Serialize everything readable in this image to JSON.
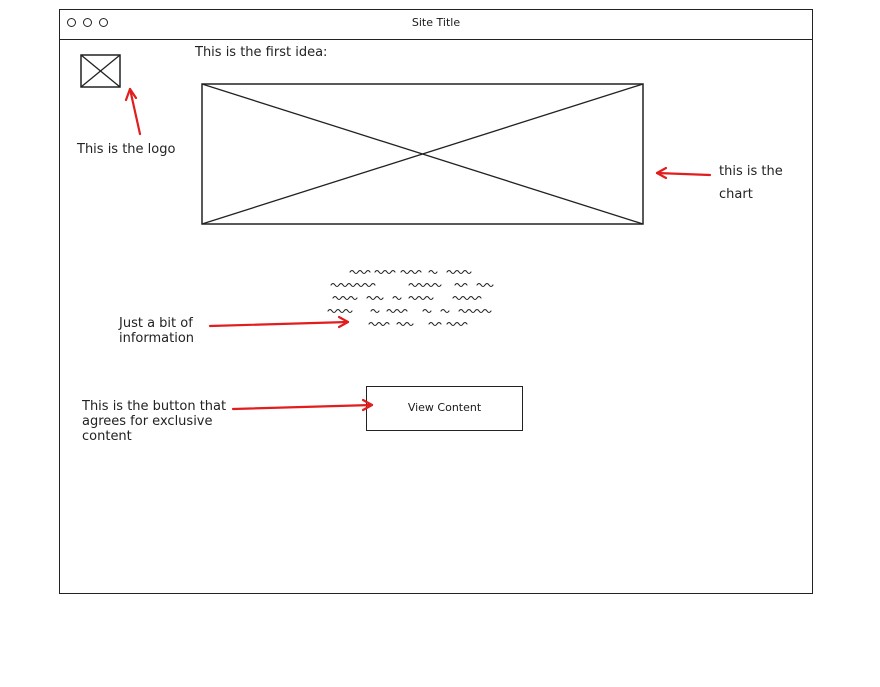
{
  "window": {
    "title": "Site Title"
  },
  "content": {
    "idea_heading": "This is the first idea:",
    "button_label": "View Content"
  },
  "annotations": {
    "logo": "This is the logo",
    "chart_line1": "this is the",
    "chart_line2": "chart",
    "info_line1": "Just a bit of",
    "info_line2": "information",
    "button_line1": "This is the button that",
    "button_line2": "agrees for exclusive",
    "button_line3": "content"
  },
  "colors": {
    "annotation_arrow": "#e11d1d",
    "sketch_stroke": "#222222"
  },
  "icons": {
    "logo_placeholder": "image-placeholder-icon",
    "chart_placeholder": "image-placeholder-icon"
  }
}
